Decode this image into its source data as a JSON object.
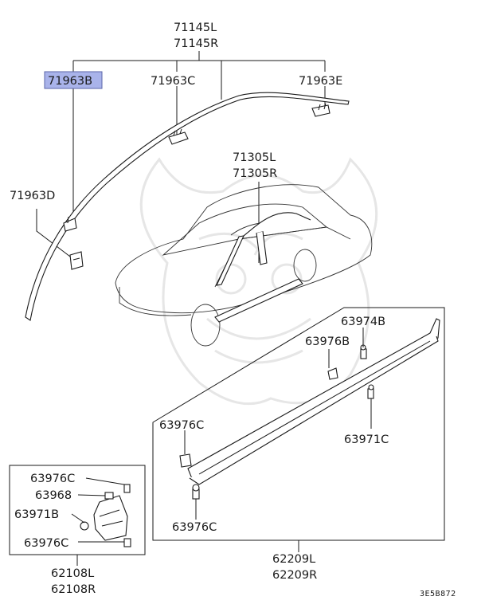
{
  "labels": {
    "roof_molding": [
      "71145L",
      "71145R"
    ],
    "clip_b": "71963B",
    "clip_c": "71963C",
    "clip_e": "71963E",
    "clip_d": "71963D",
    "door_molding": [
      "71305L",
      "71305R"
    ],
    "sill_screw_top": "63974B",
    "sill_clip_top": "63976B",
    "sill_clip_left": "63976C",
    "sill_screw_right": "63971C",
    "sill_clip_bottom": "63976C",
    "sill_garnish": [
      "62209L",
      "62209R"
    ],
    "inset_clip_top": "63976C",
    "inset_part_68": "63968",
    "inset_screw": "63971B",
    "inset_clip_bottom": "63976C",
    "mudguard": [
      "62108L",
      "62108R"
    ],
    "ref_code": "3E5B872"
  },
  "colors": {
    "highlight": "#a9b3ea",
    "line": "#1a1a1a",
    "watermark": "#e6e6e6"
  }
}
